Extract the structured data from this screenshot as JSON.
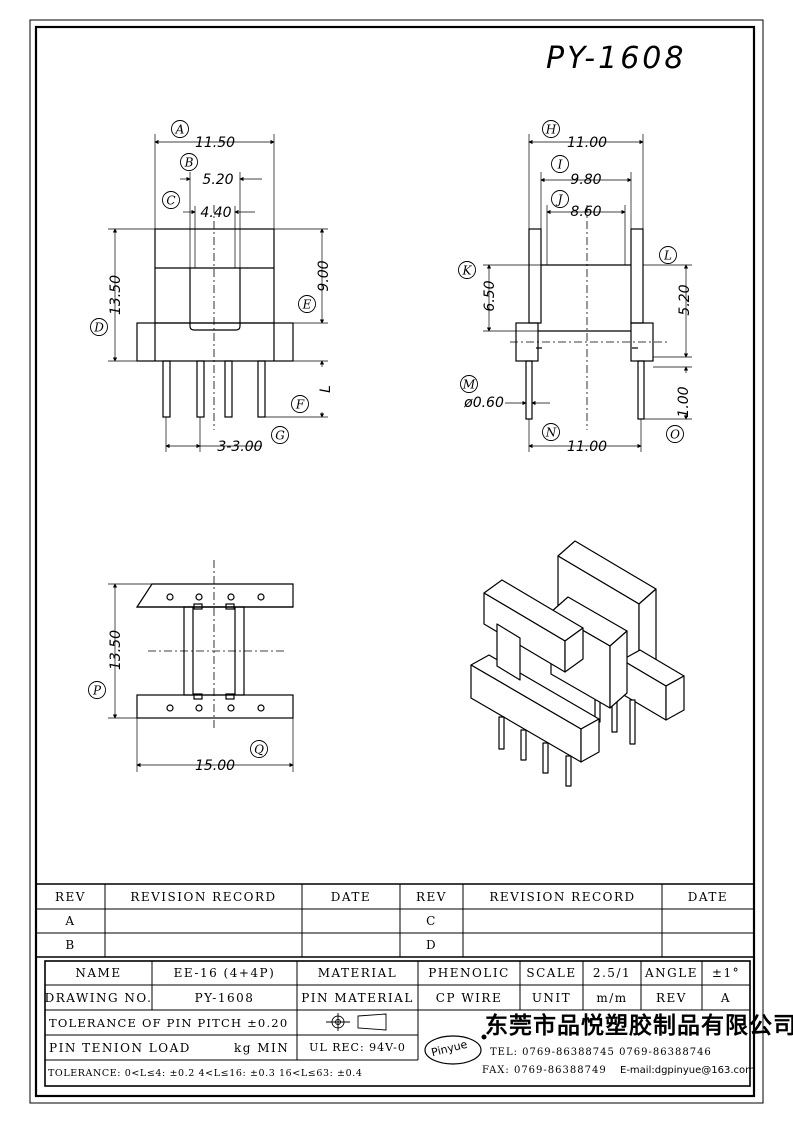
{
  "part_no": "PY-1608",
  "dims": {
    "A": "11.50",
    "B": "5.20",
    "C": "4.40",
    "D": "13.50",
    "E": "9.00",
    "F": "L",
    "G": "3-3.00",
    "H": "11.00",
    "I": "9.80",
    "J": "8.60",
    "K": "6.50",
    "L": "5.20",
    "M": "ø0.60",
    "N": "11.00",
    "O": "1.00",
    "P": "13.50",
    "Q": "15.00"
  },
  "letters": [
    "A",
    "B",
    "C",
    "D",
    "E",
    "F",
    "G",
    "H",
    "I",
    "J",
    "K",
    "L",
    "M",
    "N",
    "O",
    "P",
    "Q"
  ],
  "revision": {
    "headers": [
      "REV",
      "REVISION RECORD",
      "DATE",
      "REV",
      "REVISION RECORD",
      "DATE"
    ],
    "rows": [
      [
        "A",
        "",
        "",
        "C",
        "",
        ""
      ],
      [
        "B",
        "",
        "",
        "D",
        "",
        ""
      ]
    ]
  },
  "title_block": {
    "name_label": "NAME",
    "name_value": "EE-16 (4+4P)",
    "material_label": "MATERIAL",
    "material_value": "PHENOLIC",
    "scale_label": "SCALE",
    "scale_value": "2.5/1",
    "angle_label": "ANGLE",
    "angle_value": "±1°",
    "drawing_label": "DRAWING NO.",
    "drawing_value": "PY-1608",
    "pin_material_label": "PIN MATERIAL",
    "pin_material_value": "CP WIRE",
    "unit_label": "UNIT",
    "unit_value": "m/m",
    "rev_label": "REV",
    "rev_value": "A",
    "tol_pitch": "TOLERANCE OF PIN PITCH ±0.20",
    "pin_tension_label": "PIN TENION LOAD",
    "pin_tension_value": "kg MIN",
    "ul": "UL REC: 94V-0",
    "tolerance_line": "TOLERANCE: 0<L≤4: ±0.2   4<L≤16: ±0.3   16<L≤63: ±0.4",
    "logo": "Pinyue",
    "company": "东莞市品悦塑胶制品有限公司",
    "tel": "TEL: 0769-86388745     0769-86388746",
    "fax": "FAX: 0769-86388749",
    "email": "E-mail:dgpinyue@163.com"
  }
}
